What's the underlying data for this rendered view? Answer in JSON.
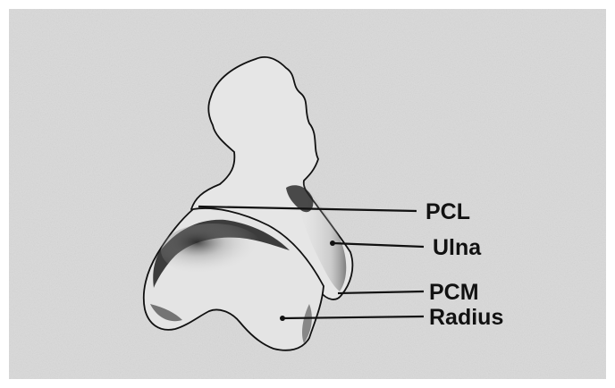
{
  "labels": {
    "pcl": "PCL",
    "ulna": "Ulna",
    "pcm": "PCM",
    "radius": "Radius"
  },
  "colors": {
    "panel_background": "#d9d9d9",
    "bone_fill": "#e4e4e4",
    "shadow": "#1a1a1a",
    "outline": "#111111",
    "page_border": "#ffffff"
  }
}
